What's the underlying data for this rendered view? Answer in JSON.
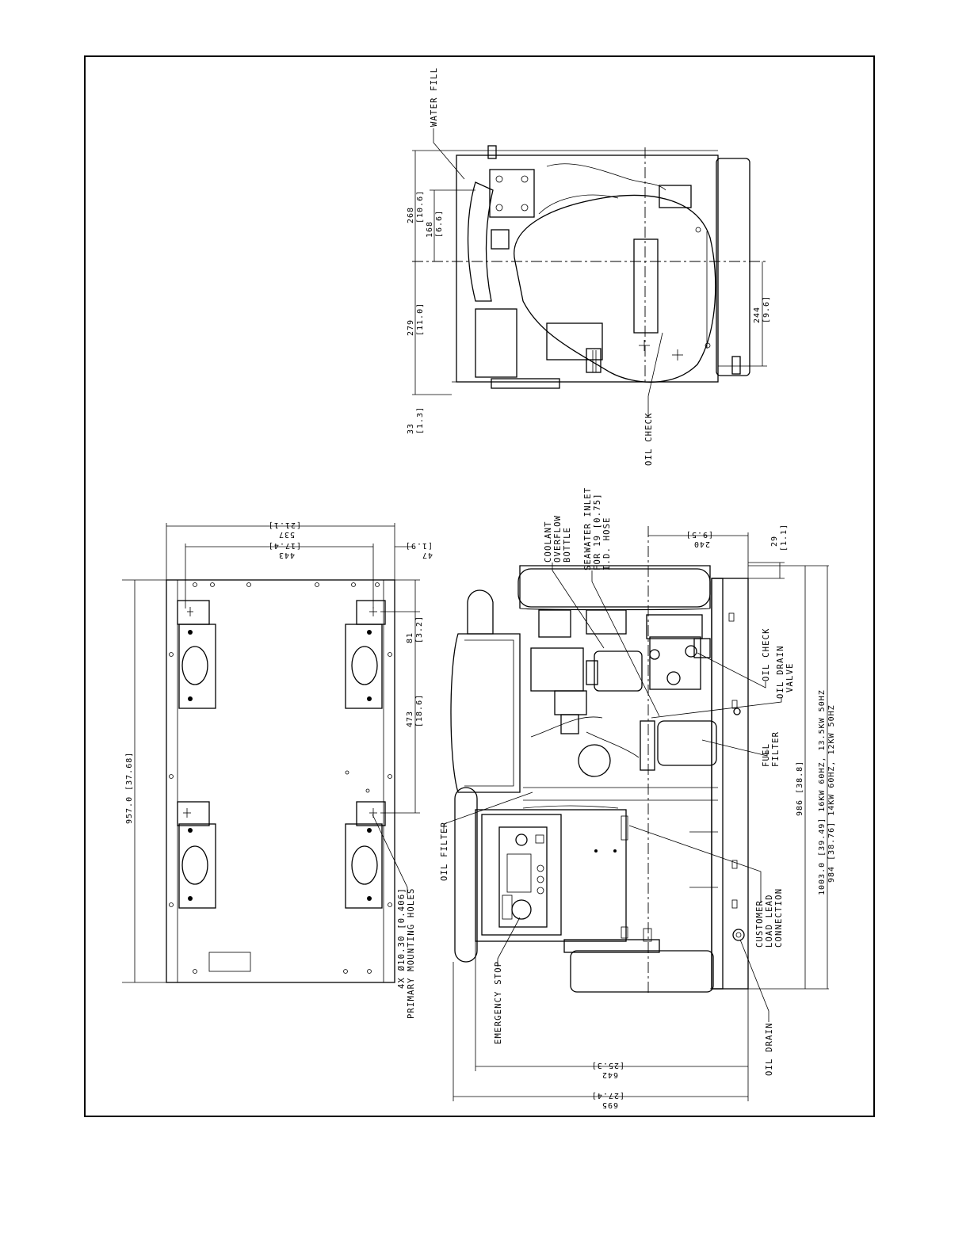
{
  "callouts": {
    "water_fill": "WATER FILL",
    "oil_check_top": "OIL CHECK",
    "coolant_overflow_bottle": [
      "COOLANT",
      "OVERFLOW",
      "BOTTLE"
    ],
    "seawater_inlet": [
      "SEAWATER INLET",
      "FOR 19 [0.75]",
      "I.D. HOSE"
    ],
    "oil_check_side": "OIL CHECK",
    "oil_drain_valve": [
      "OIL DRAIN",
      "VALVE"
    ],
    "fuel_filter": [
      "FUEL",
      "FILTER"
    ],
    "customer_load_lead": [
      "CUSTOMER",
      "LOAD LEAD",
      "CONNECTION"
    ],
    "oil_drain": "OIL DRAIN",
    "emergency_stop": "EMERGENCY STOP",
    "oil_filter": "OIL FILTER",
    "mounting_holes": [
      "4X Ø10.30 [0.406]",
      "PRIMARY MOUNTING HOLES"
    ]
  },
  "dimensions": {
    "top_268": [
      "268",
      "[10.6]"
    ],
    "top_168": [
      "168",
      "[6.6]"
    ],
    "top_279": [
      "279",
      "[11.0]"
    ],
    "top_33": [
      "33",
      "[1.3]"
    ],
    "top_244": [
      "244",
      "[9.6]"
    ],
    "base_537": [
      "537",
      "[21.1]"
    ],
    "base_443": [
      "443",
      "[17.4]"
    ],
    "base_47": [
      "47",
      "[1.9]"
    ],
    "base_957": "957.0 [37.68]",
    "base_81": [
      "81",
      "[3.2]"
    ],
    "base_473": [
      "473",
      "[18.6]"
    ],
    "side_240": [
      "240",
      "[9.5]"
    ],
    "side_29": [
      "29",
      "[1.1]"
    ],
    "side_986": "986 [38.8]",
    "side_1003": "1003.0 [39.49] 16KW 60HZ, 13.5KW 50HZ",
    "side_984": "984 [38.76] 14KW 60HZ, 12KW 50HZ",
    "side_642": [
      "642",
      "[25.3]"
    ],
    "side_695": [
      "695",
      "[27.4]"
    ]
  }
}
